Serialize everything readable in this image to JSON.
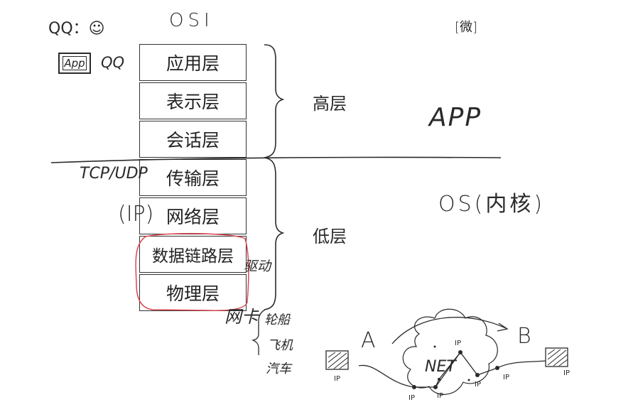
{
  "header": {
    "qq_label": "QQ：☺",
    "osi_title": "OSI",
    "top_right_note": "[微]"
  },
  "app_box_label": "App",
  "qq_side_label": "QQ",
  "layers": [
    {
      "name": "应用层"
    },
    {
      "name": "表示层"
    },
    {
      "name": "会话层"
    },
    {
      "name": "传输层"
    },
    {
      "name": "网络层"
    },
    {
      "name": "数据链路层"
    },
    {
      "name": "物理层"
    }
  ],
  "groups": {
    "upper": "高层",
    "lower": "低层"
  },
  "annotations": {
    "app": "APP",
    "os": "OS(内核)",
    "tcp_udp": "TCP/UDP",
    "ip": "(IP)",
    "driver": "驱动",
    "network_card": "网卡",
    "media": [
      "轮船",
      "飞机",
      "汽车"
    ]
  },
  "network_sketch": {
    "host_a": "A",
    "host_b": "B",
    "cloud_label": "NET",
    "ip_label": "IP"
  },
  "colors": {
    "ink": "#2a2a2a",
    "red_highlight": "#d9464f"
  }
}
